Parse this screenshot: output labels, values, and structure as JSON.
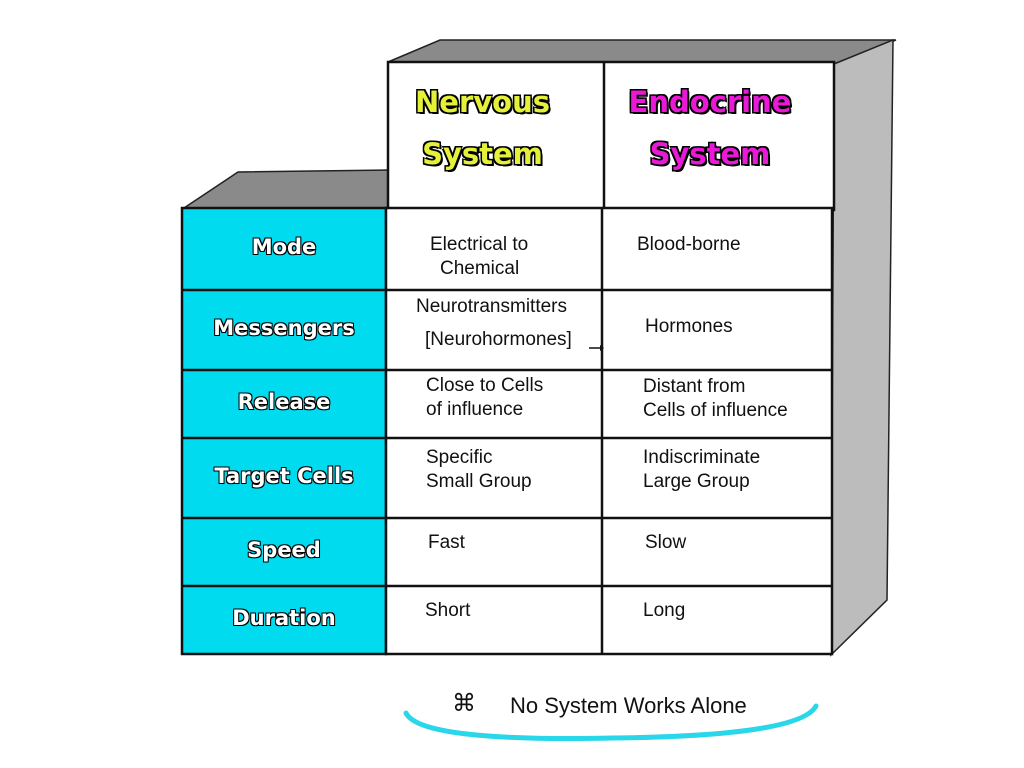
{
  "headers": {
    "nervous": [
      "Nervous",
      "System"
    ],
    "endocrine": [
      "Endocrine",
      "System"
    ]
  },
  "rows": [
    {
      "label": "Mode",
      "nervous": [
        "Electrical to",
        "Chemical"
      ],
      "endocrine": [
        "Blood-borne"
      ]
    },
    {
      "label": "Messengers",
      "nervous": [
        "Neurotransmitters",
        "[Neurohormones]"
      ],
      "endocrine": [
        "Hormones"
      ]
    },
    {
      "label": "Release",
      "nervous": [
        "Close to Cells",
        "of influence"
      ],
      "endocrine": [
        "Distant from",
        "Cells of influence"
      ]
    },
    {
      "label": "Target Cells",
      "nervous": [
        "Specific",
        "Small Group"
      ],
      "endocrine": [
        "Indiscriminate",
        "Large Group"
      ]
    },
    {
      "label": "Speed",
      "nervous": [
        "Fast"
      ],
      "endocrine": [
        "Slow"
      ]
    },
    {
      "label": "Duration",
      "nervous": [
        "Short"
      ],
      "endocrine": [
        "Long"
      ]
    }
  ],
  "footer": {
    "icon": "command-key-icon",
    "icon_glyph": "⌘",
    "text": "No System Works Alone"
  },
  "colors": {
    "label_fill": "#00dbef",
    "nervous_header": "#e5f03a",
    "endocrine_header": "#e81ad6",
    "box_side": "#bcbcbc",
    "box_top": "#8a8a8a",
    "footer_arc": "#2ad6ea"
  }
}
